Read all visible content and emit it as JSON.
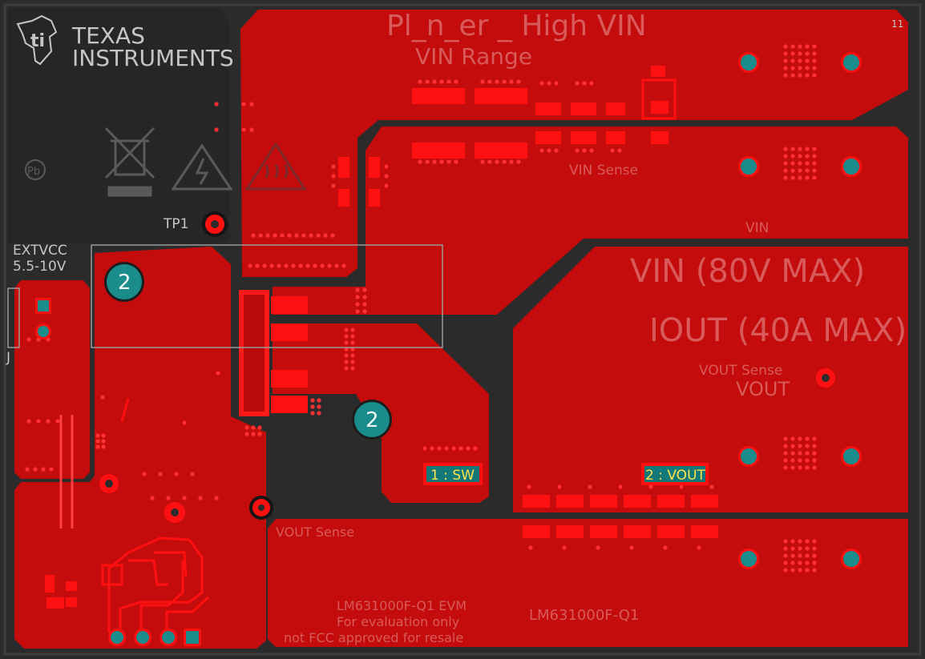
{
  "colors": {
    "background": "#2b2b2b",
    "copper": "#c40c0c",
    "pad": "#ff1010",
    "via_ring": "#ff3030",
    "via_hole": "#2b2b2b",
    "teal_pad": "#1a8c8c",
    "silk": "#c6c6c6",
    "label_box": "#127878",
    "label_text": "#ffe24d"
  },
  "logo": {
    "line1": "TEXAS",
    "line2": "INSTRUMENTS",
    "icon": "ti-logo-icon"
  },
  "icons": [
    "weee-bin-icon",
    "lead-free-icon",
    "high-voltage-icon",
    "hot-surface-icon"
  ],
  "silkscreen": {
    "tp1": "TP1",
    "extvcc": "EXTVCC",
    "extvcc_range": "5.5-10V",
    "j_ref": "J",
    "number": "2",
    "right_marker": "11"
  },
  "faint_text": {
    "top_title": "Pl_n_er _ High VIN",
    "vin_range": "VIN Range",
    "vin_max": "VIN (80V MAX)",
    "iout_max": "IOUT (40A MAX)",
    "vout_sense": "VOUT Sense",
    "vout": "VOUT",
    "vin_sense": "VIN Sense",
    "vout_sense_left": "VOUT Sense",
    "eval_line1": "LM631000F-Q1 EVM",
    "eval_line2": "For evaluation only",
    "eval_line3": "not FCC approved for resale",
    "part_number": "LM631000F-Q1",
    "vin_label": "VIN"
  },
  "net_labels": {
    "sw": "1 : SW",
    "vout": "2 : VOUT"
  }
}
